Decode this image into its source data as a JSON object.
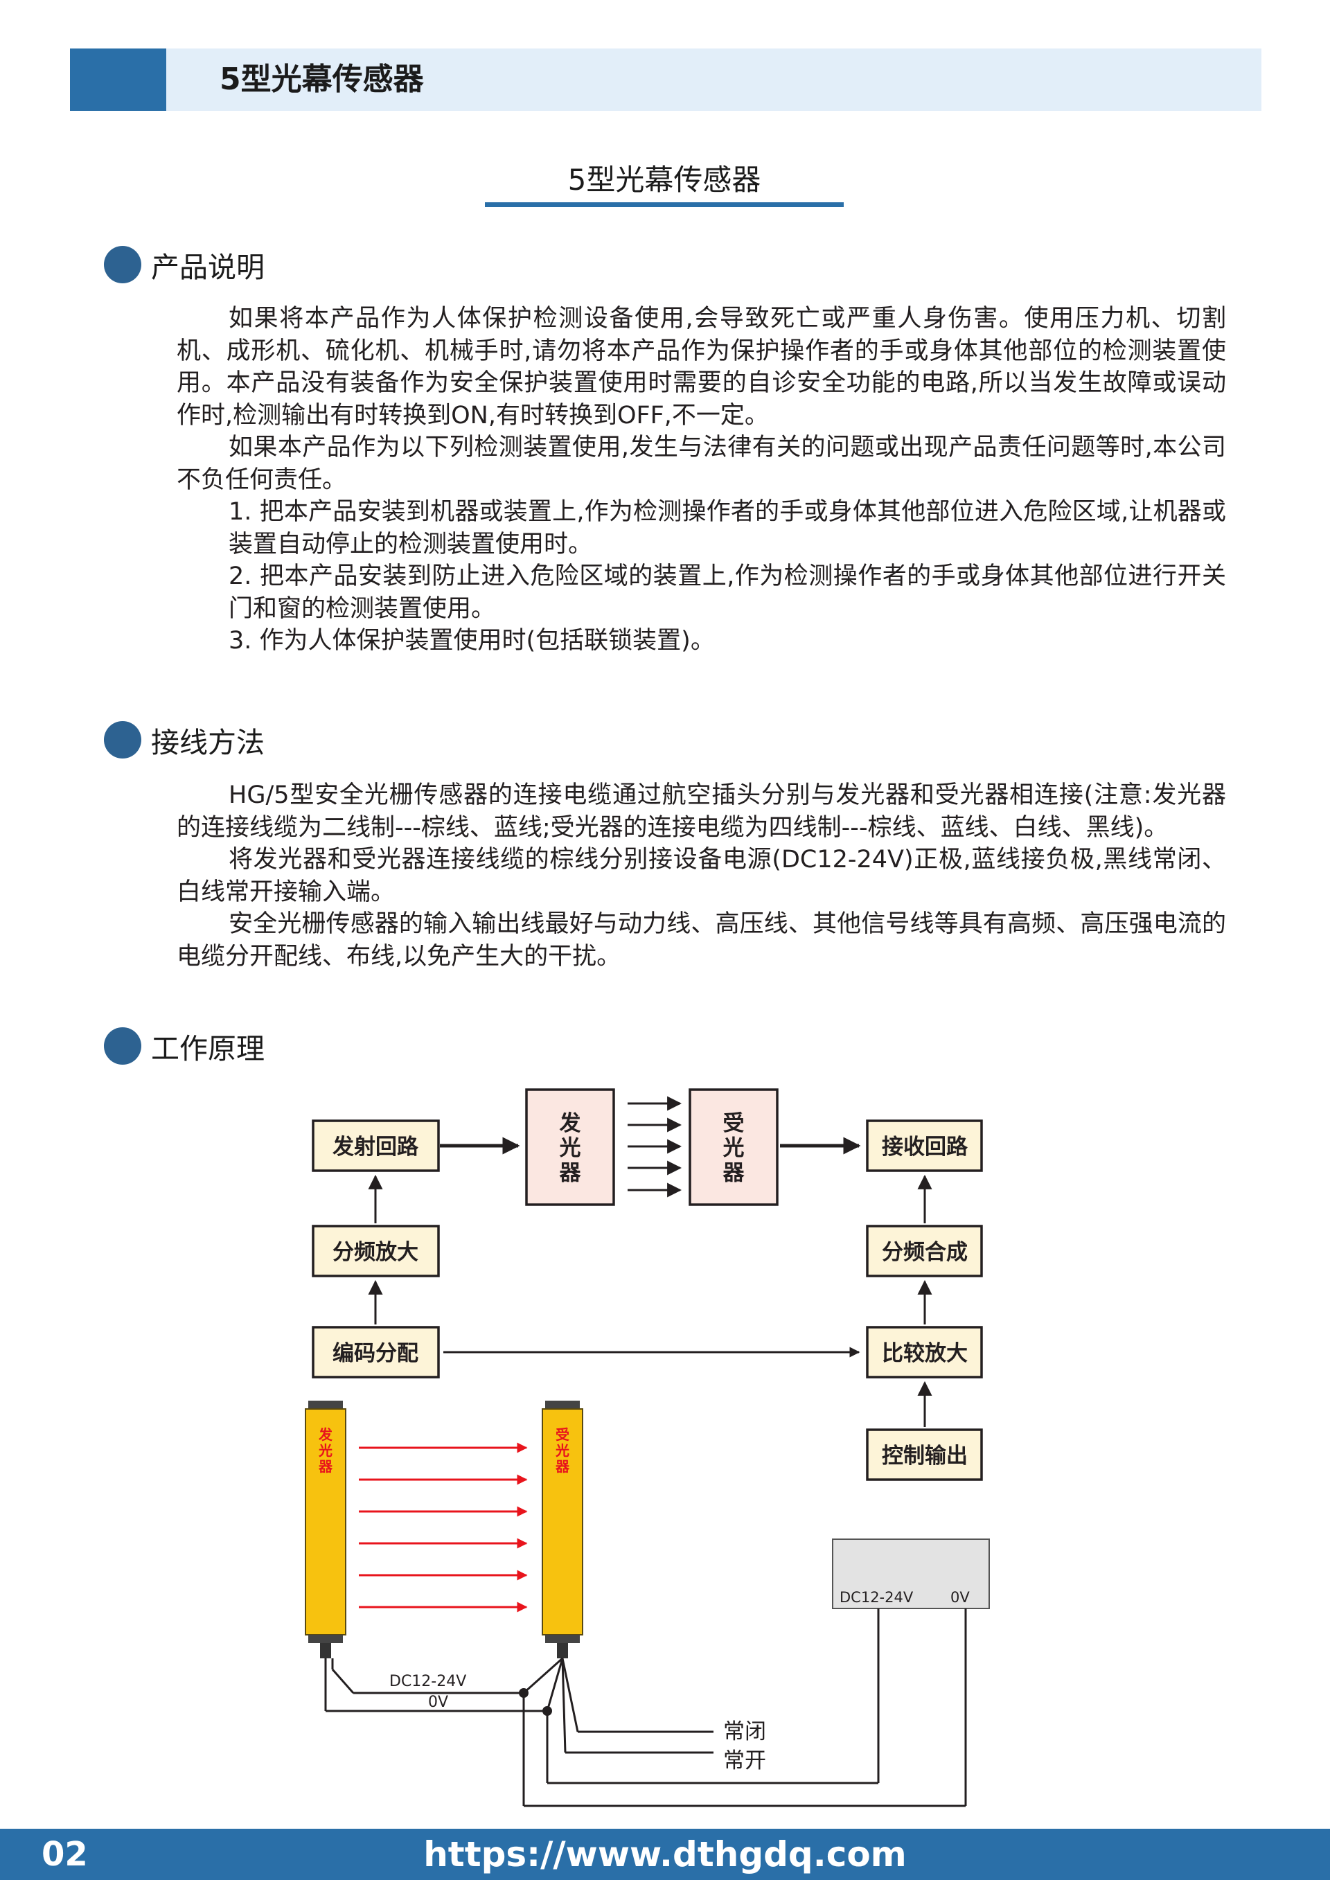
{
  "header": {
    "title": "5型光幕传感器"
  },
  "doc_title": "5型光幕传感器",
  "sections": {
    "product": {
      "title": "产品说明",
      "paragraphs": [
        "如果将本产品作为人体保护检测设备使用,会导致死亡或严重人身伤害。使用压力机、切割机、成形机、硫化机、机械手时,请勿将本产品作为保护操作者的手或身体其他部位的检测装置使用。本产品没有装备作为安全保护装置使用时需要的自诊安全功能的电路,所以当发生故障或误动作时,检测输出有时转换到ON,有时转换到OFF,不一定。",
        "如果本产品作为以下列检测装置使用,发生与法律有关的问题或出现产品责任问题等时,本公司不负任何责任。"
      ],
      "items": [
        "1. 把本产品安装到机器或装置上,作为检测操作者的手或身体其他部位进入危险区域,让机器或装置自动停止的检测装置使用时。",
        "2. 把本产品安装到防止进入危险区域的装置上,作为检测操作者的手或身体其他部位进行开关门和窗的检测装置使用。",
        "3. 作为人体保护装置使用时(包括联锁装置)。"
      ]
    },
    "wiring": {
      "title": "接线方法",
      "paragraphs": [
        "HG/5型安全光栅传感器的连接电缆通过航空插头分别与发光器和受光器相连接(注意:发光器的连接线缆为二线制---棕线、蓝线;受光器的连接电缆为四线制---棕线、蓝线、白线、黑线)。",
        "将发光器和受光器连接线缆的棕线分别接设备电源(DC12-24V)正极,蓝线接负极,黑线常闭、白线常开接输入端。",
        "安全光栅传感器的输入输出线最好与动力线、高压线、其他信号线等具有高频、高压强电流的电缆分开配线、布线,以免产生大的干扰。"
      ]
    },
    "principle": {
      "title": "工作原理"
    }
  },
  "diagram": {
    "emit_circuit": "发射回路",
    "emitter_block": "发光器",
    "receiver_block": "受光器",
    "receive_circuit": "接收回路",
    "freq_amp": "分频放大",
    "freq_synth": "分频合成",
    "encode_dist": "编码分配",
    "compare_amp": "比较放大",
    "control_out": "控制输出",
    "emitter_bar_label": "发光器",
    "receiver_bar_label": "受光器",
    "power_box_dc": "DC12-24V",
    "power_box_0v": "0V",
    "wire_dc": "DC12-24V",
    "wire_0v": "0V",
    "nc_label": "常闭",
    "no_label": "常开",
    "bar_color": "#f7c20f",
    "beam_color": "#e8141c",
    "block_fill": "#fdf4d8",
    "center_block_fill": "#fbe7e1"
  },
  "footer": {
    "page_number": "02",
    "url": "https://www.dthgdq.com"
  }
}
